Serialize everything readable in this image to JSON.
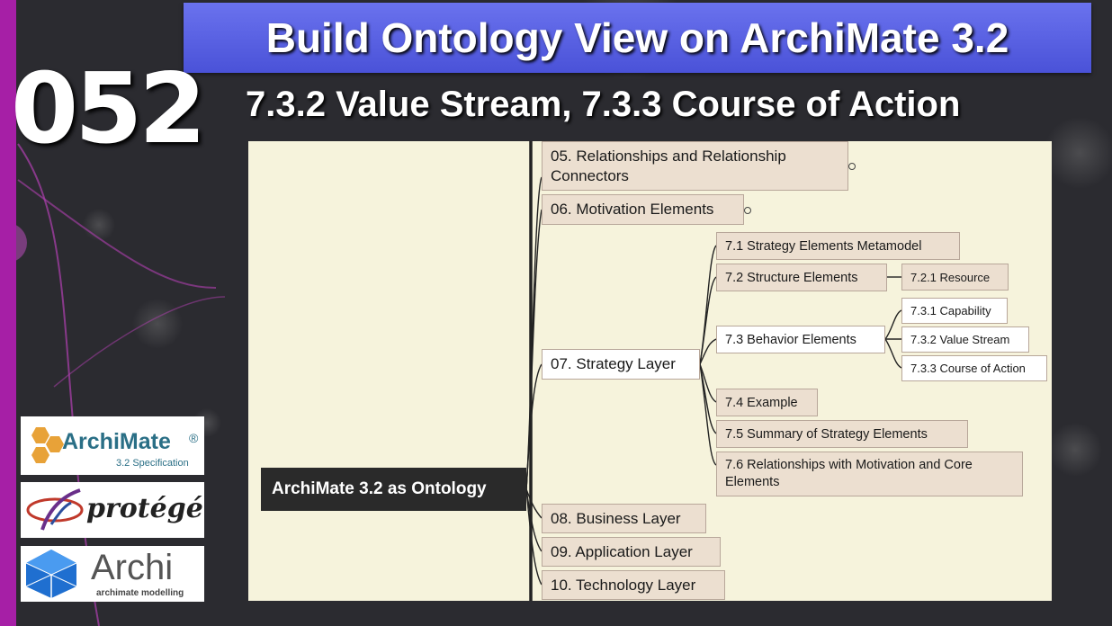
{
  "title": "Build Ontology View on ArchiMate 3.2",
  "episode": "052",
  "subtitle": "7.3.2 Value Stream, 7.3.3 Course of Action",
  "mindmap": {
    "root": "ArchiMate 3.2 as Ontology",
    "n05": "05. Relationships and Relationship Connectors",
    "n06": "06. Motivation Elements",
    "n07": "07. Strategy Layer",
    "n071": "7.1 Strategy Elements Metamodel",
    "n072": "7.2 Structure Elements",
    "n0721": "7.2.1 Resource",
    "n073": "7.3 Behavior Elements",
    "n0731": "7.3.1 Capability",
    "n0732": "7.3.2 Value Stream",
    "n0733": "7.3.3 Course of Action",
    "n074": "7.4 Example",
    "n075": "7.5 Summary of Strategy Elements",
    "n076": "7.6 Relationships with Motivation and Core Elements",
    "n08": "08. Business Layer",
    "n09": "09. Application Layer",
    "n10": "10. Technology Layer"
  },
  "logos": {
    "archimate": "ArchiMate",
    "archimate_reg": "®",
    "archimate_sub": "3.2 Specification",
    "protege": "protégé",
    "archi": "Archi",
    "archi_sub": "archimate modelling"
  },
  "colors": {
    "banner": "#5b63e6",
    "stripe": "#a61fa6",
    "canvas": "#f6f3dc",
    "node": "#ecdfd0"
  }
}
